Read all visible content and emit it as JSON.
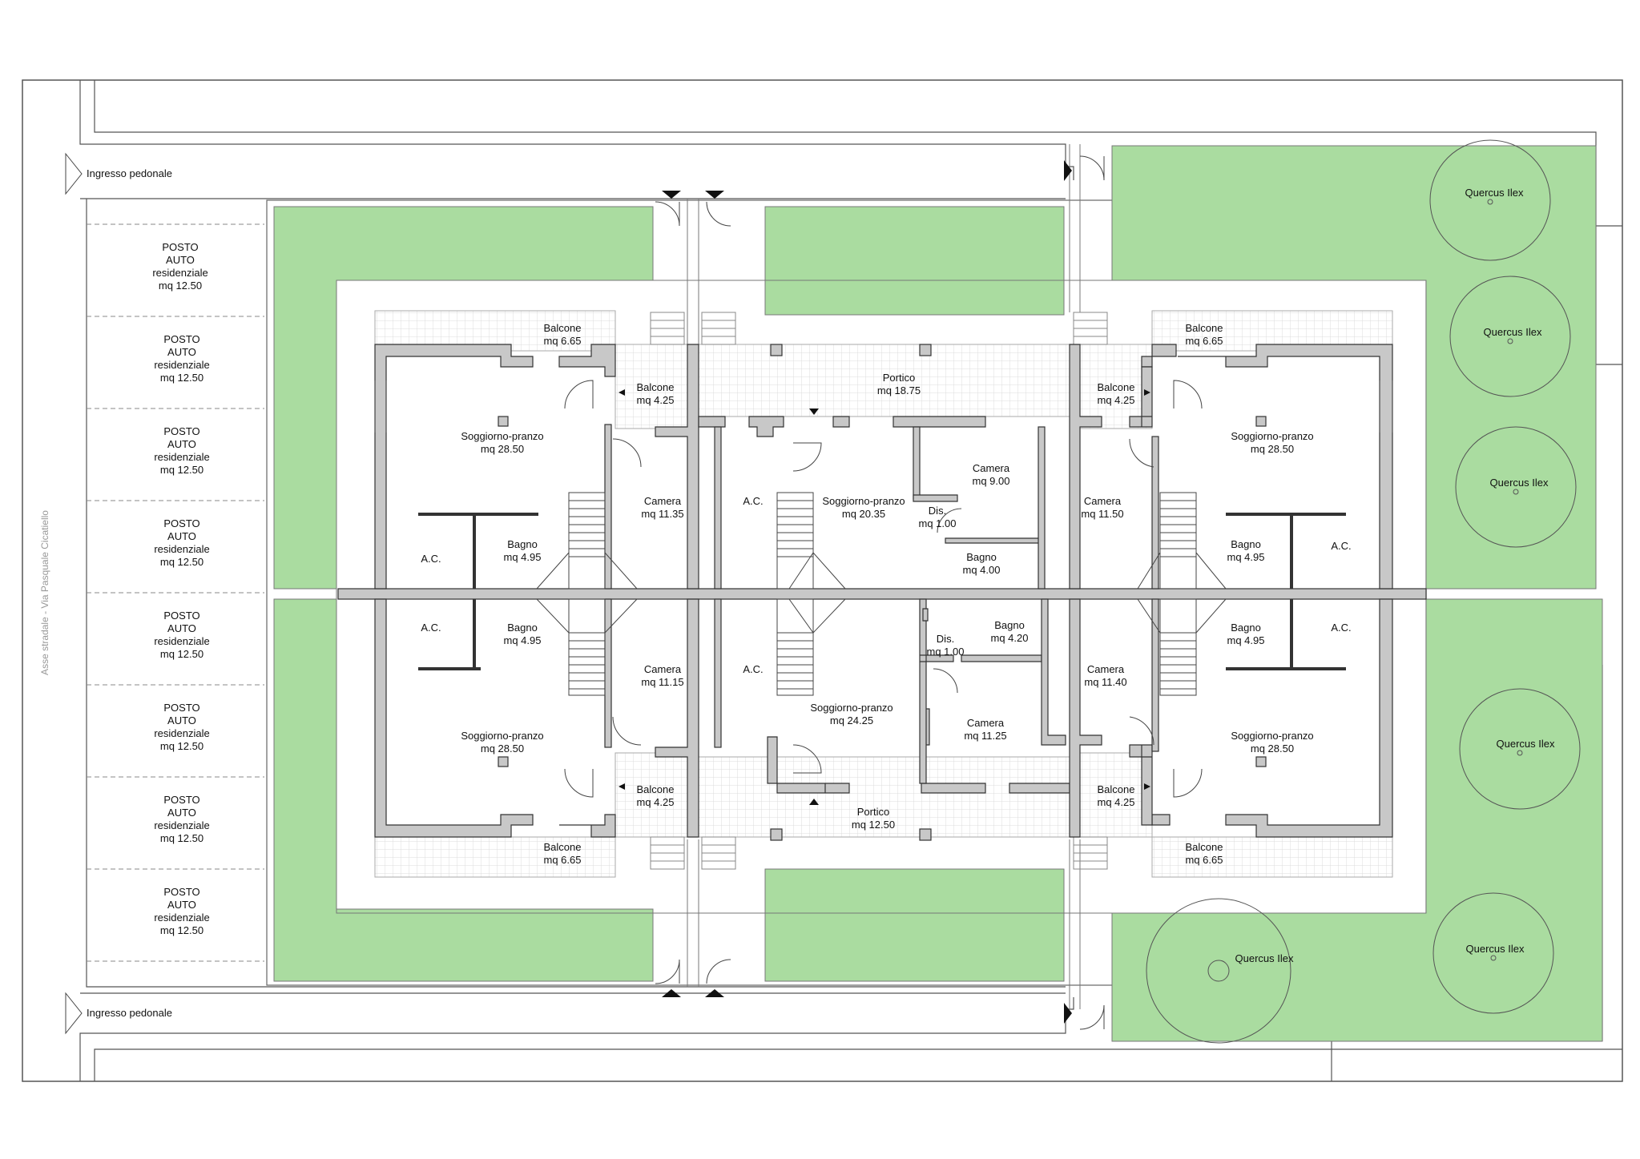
{
  "street_label": "Asse stradale - Via Pasquale Cicatiello",
  "entrances": [
    {
      "label": "Ingresso pedonale"
    },
    {
      "label": "Ingresso pedonale"
    }
  ],
  "parking": [
    {
      "lines": [
        "POSTO",
        "AUTO",
        "residenziale",
        "mq 12.50"
      ]
    },
    {
      "lines": [
        "POSTO",
        "AUTO",
        "residenziale",
        "mq 12.50"
      ]
    },
    {
      "lines": [
        "POSTO",
        "AUTO",
        "residenziale",
        "mq 12.50"
      ]
    },
    {
      "lines": [
        "POSTO",
        "AUTO",
        "residenziale",
        "mq 12.50"
      ]
    },
    {
      "lines": [
        "POSTO",
        "AUTO",
        "residenziale",
        "mq 12.50"
      ]
    },
    {
      "lines": [
        "POSTO",
        "AUTO",
        "residenziale",
        "mq 12.50"
      ]
    },
    {
      "lines": [
        "POSTO",
        "AUTO",
        "residenziale",
        "mq 12.50"
      ]
    },
    {
      "lines": [
        "POSTO",
        "AUTO",
        "residenziale",
        "mq 12.50"
      ]
    }
  ],
  "trees": [
    {
      "label": "Quercus Ilex"
    },
    {
      "label": "Quercus Ilex"
    },
    {
      "label": "Quercus Ilex"
    },
    {
      "label": "Quercus Ilex"
    },
    {
      "label": "Quercus Ilex"
    },
    {
      "label": "Quercus Ilex"
    }
  ],
  "rooms": [
    {
      "name": "Balcone",
      "area": "mq 6.65"
    },
    {
      "name": "Balcone",
      "area": "mq 4.25"
    },
    {
      "name": "Soggiorno-pranzo",
      "area": "mq 28.50"
    },
    {
      "name": "Camera",
      "area": "mq 11.35"
    },
    {
      "name": "A.C.",
      "area": ""
    },
    {
      "name": "Bagno",
      "area": "mq 4.95"
    },
    {
      "name": "Portico",
      "area": "mq 18.75"
    },
    {
      "name": "A.C.",
      "area": ""
    },
    {
      "name": "Soggiorno-pranzo",
      "area": "mq 20.35"
    },
    {
      "name": "Camera",
      "area": "mq 9.00"
    },
    {
      "name": "Dis.",
      "area": "mq 1.00"
    },
    {
      "name": "Bagno",
      "area": "mq 4.00"
    },
    {
      "name": "Balcone",
      "area": "mq 6.65"
    },
    {
      "name": "Balcone",
      "area": "mq 4.25"
    },
    {
      "name": "Soggiorno-pranzo",
      "area": "mq 28.50"
    },
    {
      "name": "Camera",
      "area": "mq 11.50"
    },
    {
      "name": "Bagno",
      "area": "mq 4.95"
    },
    {
      "name": "A.C.",
      "area": ""
    },
    {
      "name": "A.C.",
      "area": ""
    },
    {
      "name": "Bagno",
      "area": "mq 4.95"
    },
    {
      "name": "Camera",
      "area": "mq 11.15"
    },
    {
      "name": "Soggiorno-pranzo",
      "area": "mq 28.50"
    },
    {
      "name": "Balcone",
      "area": "mq 4.25"
    },
    {
      "name": "Balcone",
      "area": "mq 6.65"
    },
    {
      "name": "A.C.",
      "area": ""
    },
    {
      "name": "Bagno",
      "area": "mq 4.20"
    },
    {
      "name": "Dis.",
      "area": "mq 1.00"
    },
    {
      "name": "Soggiorno-pranzo",
      "area": "mq 24.25"
    },
    {
      "name": "Camera",
      "area": "mq 11.25"
    },
    {
      "name": "Portico",
      "area": "mq 12.50"
    },
    {
      "name": "Camera",
      "area": "mq 11.40"
    },
    {
      "name": "Bagno",
      "area": "mq 4.95"
    },
    {
      "name": "A.C.",
      "area": ""
    },
    {
      "name": "Soggiorno-pranzo",
      "area": "mq 28.50"
    },
    {
      "name": "Balcone",
      "area": "mq 4.25"
    },
    {
      "name": "Balcone",
      "area": "mq 6.65"
    }
  ],
  "colors": {
    "garden": "#aadca0",
    "wall": "#c8c8c8",
    "wall_stroke": "#333333",
    "tile": "#dcdcdc",
    "line": "#555555"
  }
}
